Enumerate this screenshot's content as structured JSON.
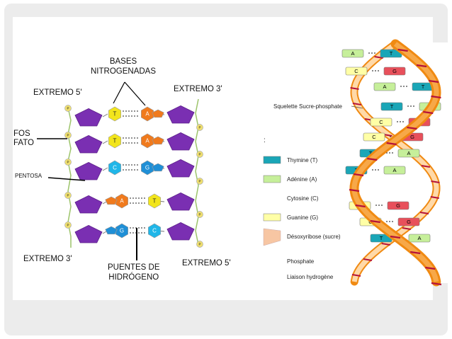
{
  "left_diagram": {
    "bases_title": "BASES\nNITROGENADAS",
    "extremo5_top": "EXTREMO 5'",
    "extremo3_top": "EXTREMO 3'",
    "fosfato": "FOS\nFATO",
    "pentosa": "PENTOSA",
    "extremo3_bottom": "EXTREMO 3'",
    "extremo5_bottom": "EXTREMO 5'",
    "puentes": "PUENTES DE\nHIDRÓGENO",
    "phosphate_letter": "P",
    "rows": [
      {
        "left": "T",
        "right": "A"
      },
      {
        "left": "T",
        "right": "A"
      },
      {
        "left": "C",
        "right": "G"
      },
      {
        "left": "A",
        "right": "T"
      },
      {
        "left": "G",
        "right": "C"
      }
    ]
  },
  "right_diagram": {
    "squelette": "Squelette Sucre-phosphate",
    "legend_colon": ":",
    "legend": [
      {
        "text": "Thymine (T)"
      },
      {
        "text": "Adénine (A)"
      },
      {
        "text": "Cytosine (C)"
      },
      {
        "text": "Guanine (G)"
      },
      {
        "text": "Désoxyribose (sucre)"
      },
      {
        "text": "Phosphate"
      },
      {
        "text": "Liaison hydrogène"
      }
    ],
    "pairs": [
      {
        "l": "A",
        "r": "T"
      },
      {
        "l": "C",
        "r": "G"
      },
      {
        "l": "A",
        "r": "T"
      },
      {
        "l": "T",
        "r": "A"
      },
      {
        "l": "C",
        "r": "G"
      },
      {
        "l": "C",
        "r": "G"
      },
      {
        "l": "T",
        "r": "A"
      },
      {
        "l": "T",
        "r": "A"
      },
      {
        "l": "C",
        "r": "G"
      },
      {
        "l": "C",
        "r": "G"
      },
      {
        "l": "T",
        "r": "A"
      }
    ],
    "colors": {
      "thymine": "#1aa6b7",
      "adenine": "#c6ef9a",
      "cytosine": "#ffffa6",
      "guanine": "#e8505b",
      "sugar": "#f7c6a3",
      "backbone": "#f08a12",
      "phosphate": "#b5123a"
    }
  }
}
